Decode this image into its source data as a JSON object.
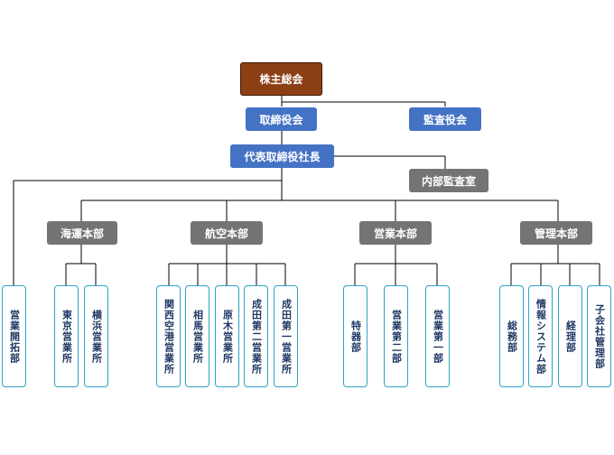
{
  "shareholders": "株主総会",
  "board": "取締役会",
  "auditors": "監査役会",
  "president": "代表取締役社長",
  "internal_audit": "内部監査室",
  "sales_dev": "営業開拓部",
  "divisions": {
    "shipping": {
      "name": "海運本部",
      "units": [
        "東京営業所",
        "横浜営業所"
      ]
    },
    "aviation": {
      "name": "航空本部",
      "units": [
        "関西空港営業所",
        "相馬営業所",
        "原木営業所",
        "成田第二営業所",
        "成田第一営業所"
      ]
    },
    "sales": {
      "name": "営業本部",
      "units": [
        "特器部",
        "営業第二部",
        "営業第一部"
      ]
    },
    "admin": {
      "name": "管理本部",
      "units": [
        "総務部",
        "情報システム部",
        "経理部",
        "子会社管理部"
      ]
    }
  }
}
